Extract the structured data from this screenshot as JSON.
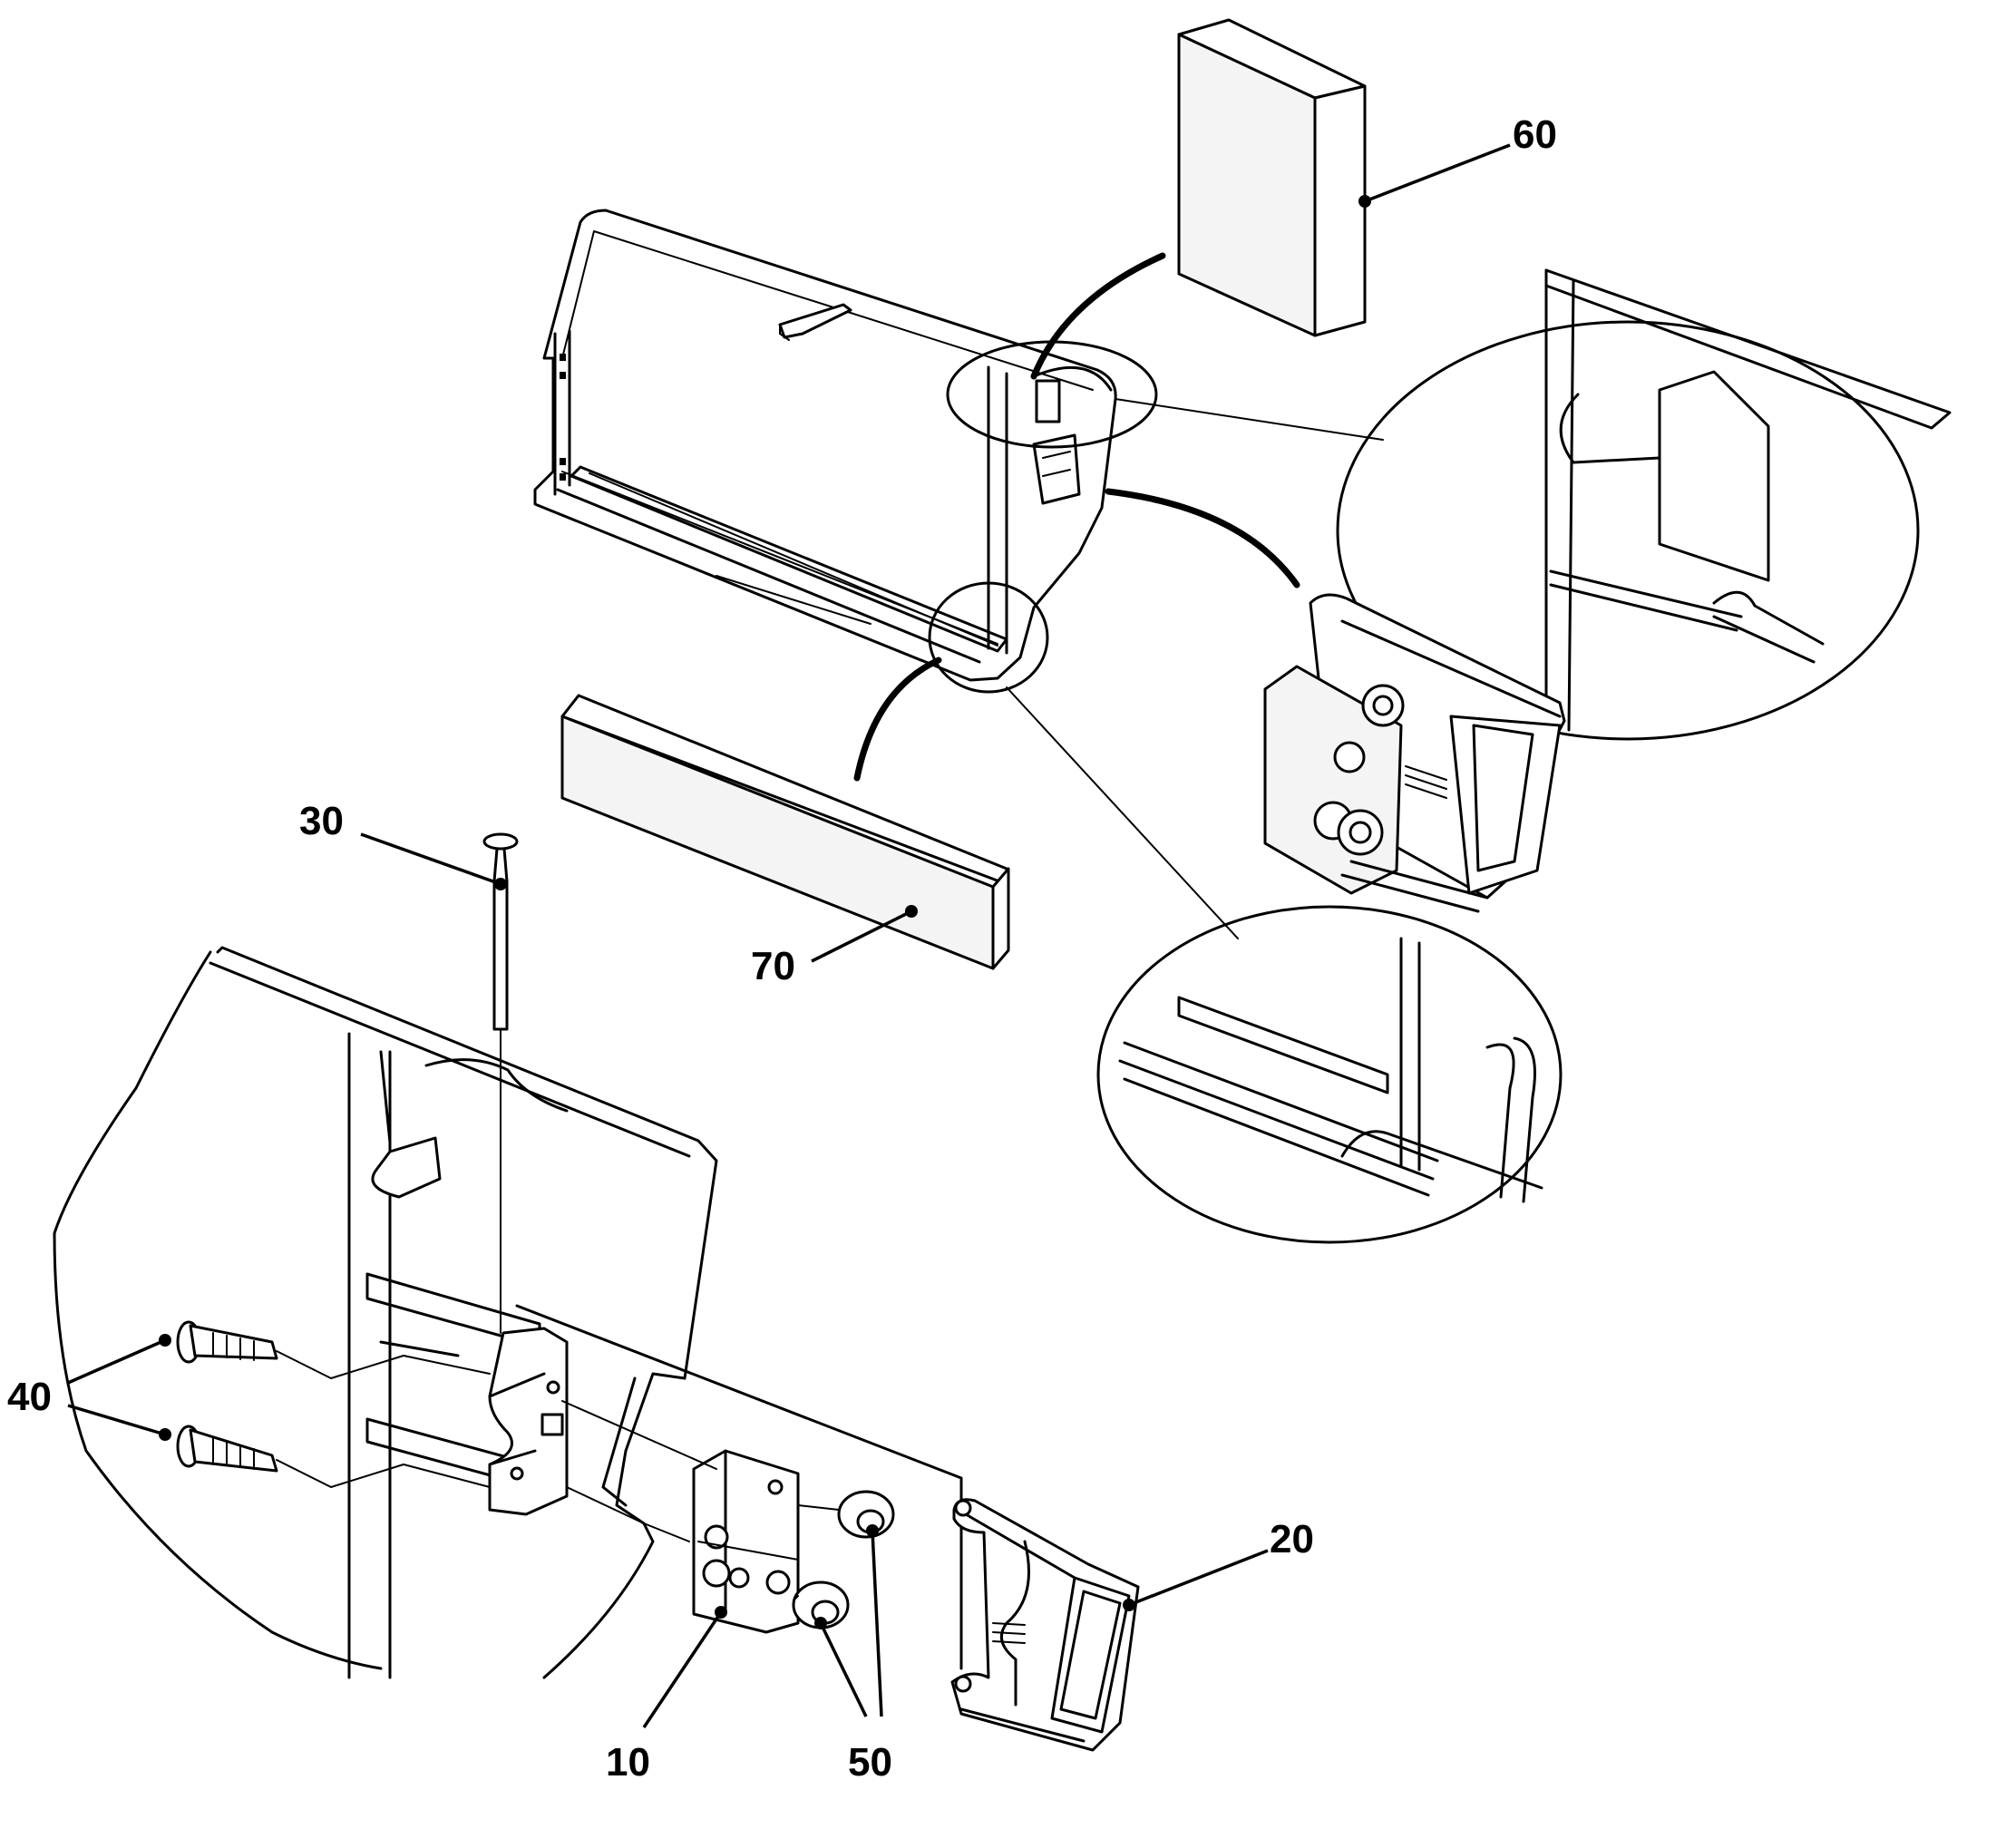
{
  "callouts": {
    "c10": "10",
    "c20": "20",
    "c30": "30",
    "c40": "40",
    "c50": "50",
    "c60": "60",
    "c70": "70"
  }
}
